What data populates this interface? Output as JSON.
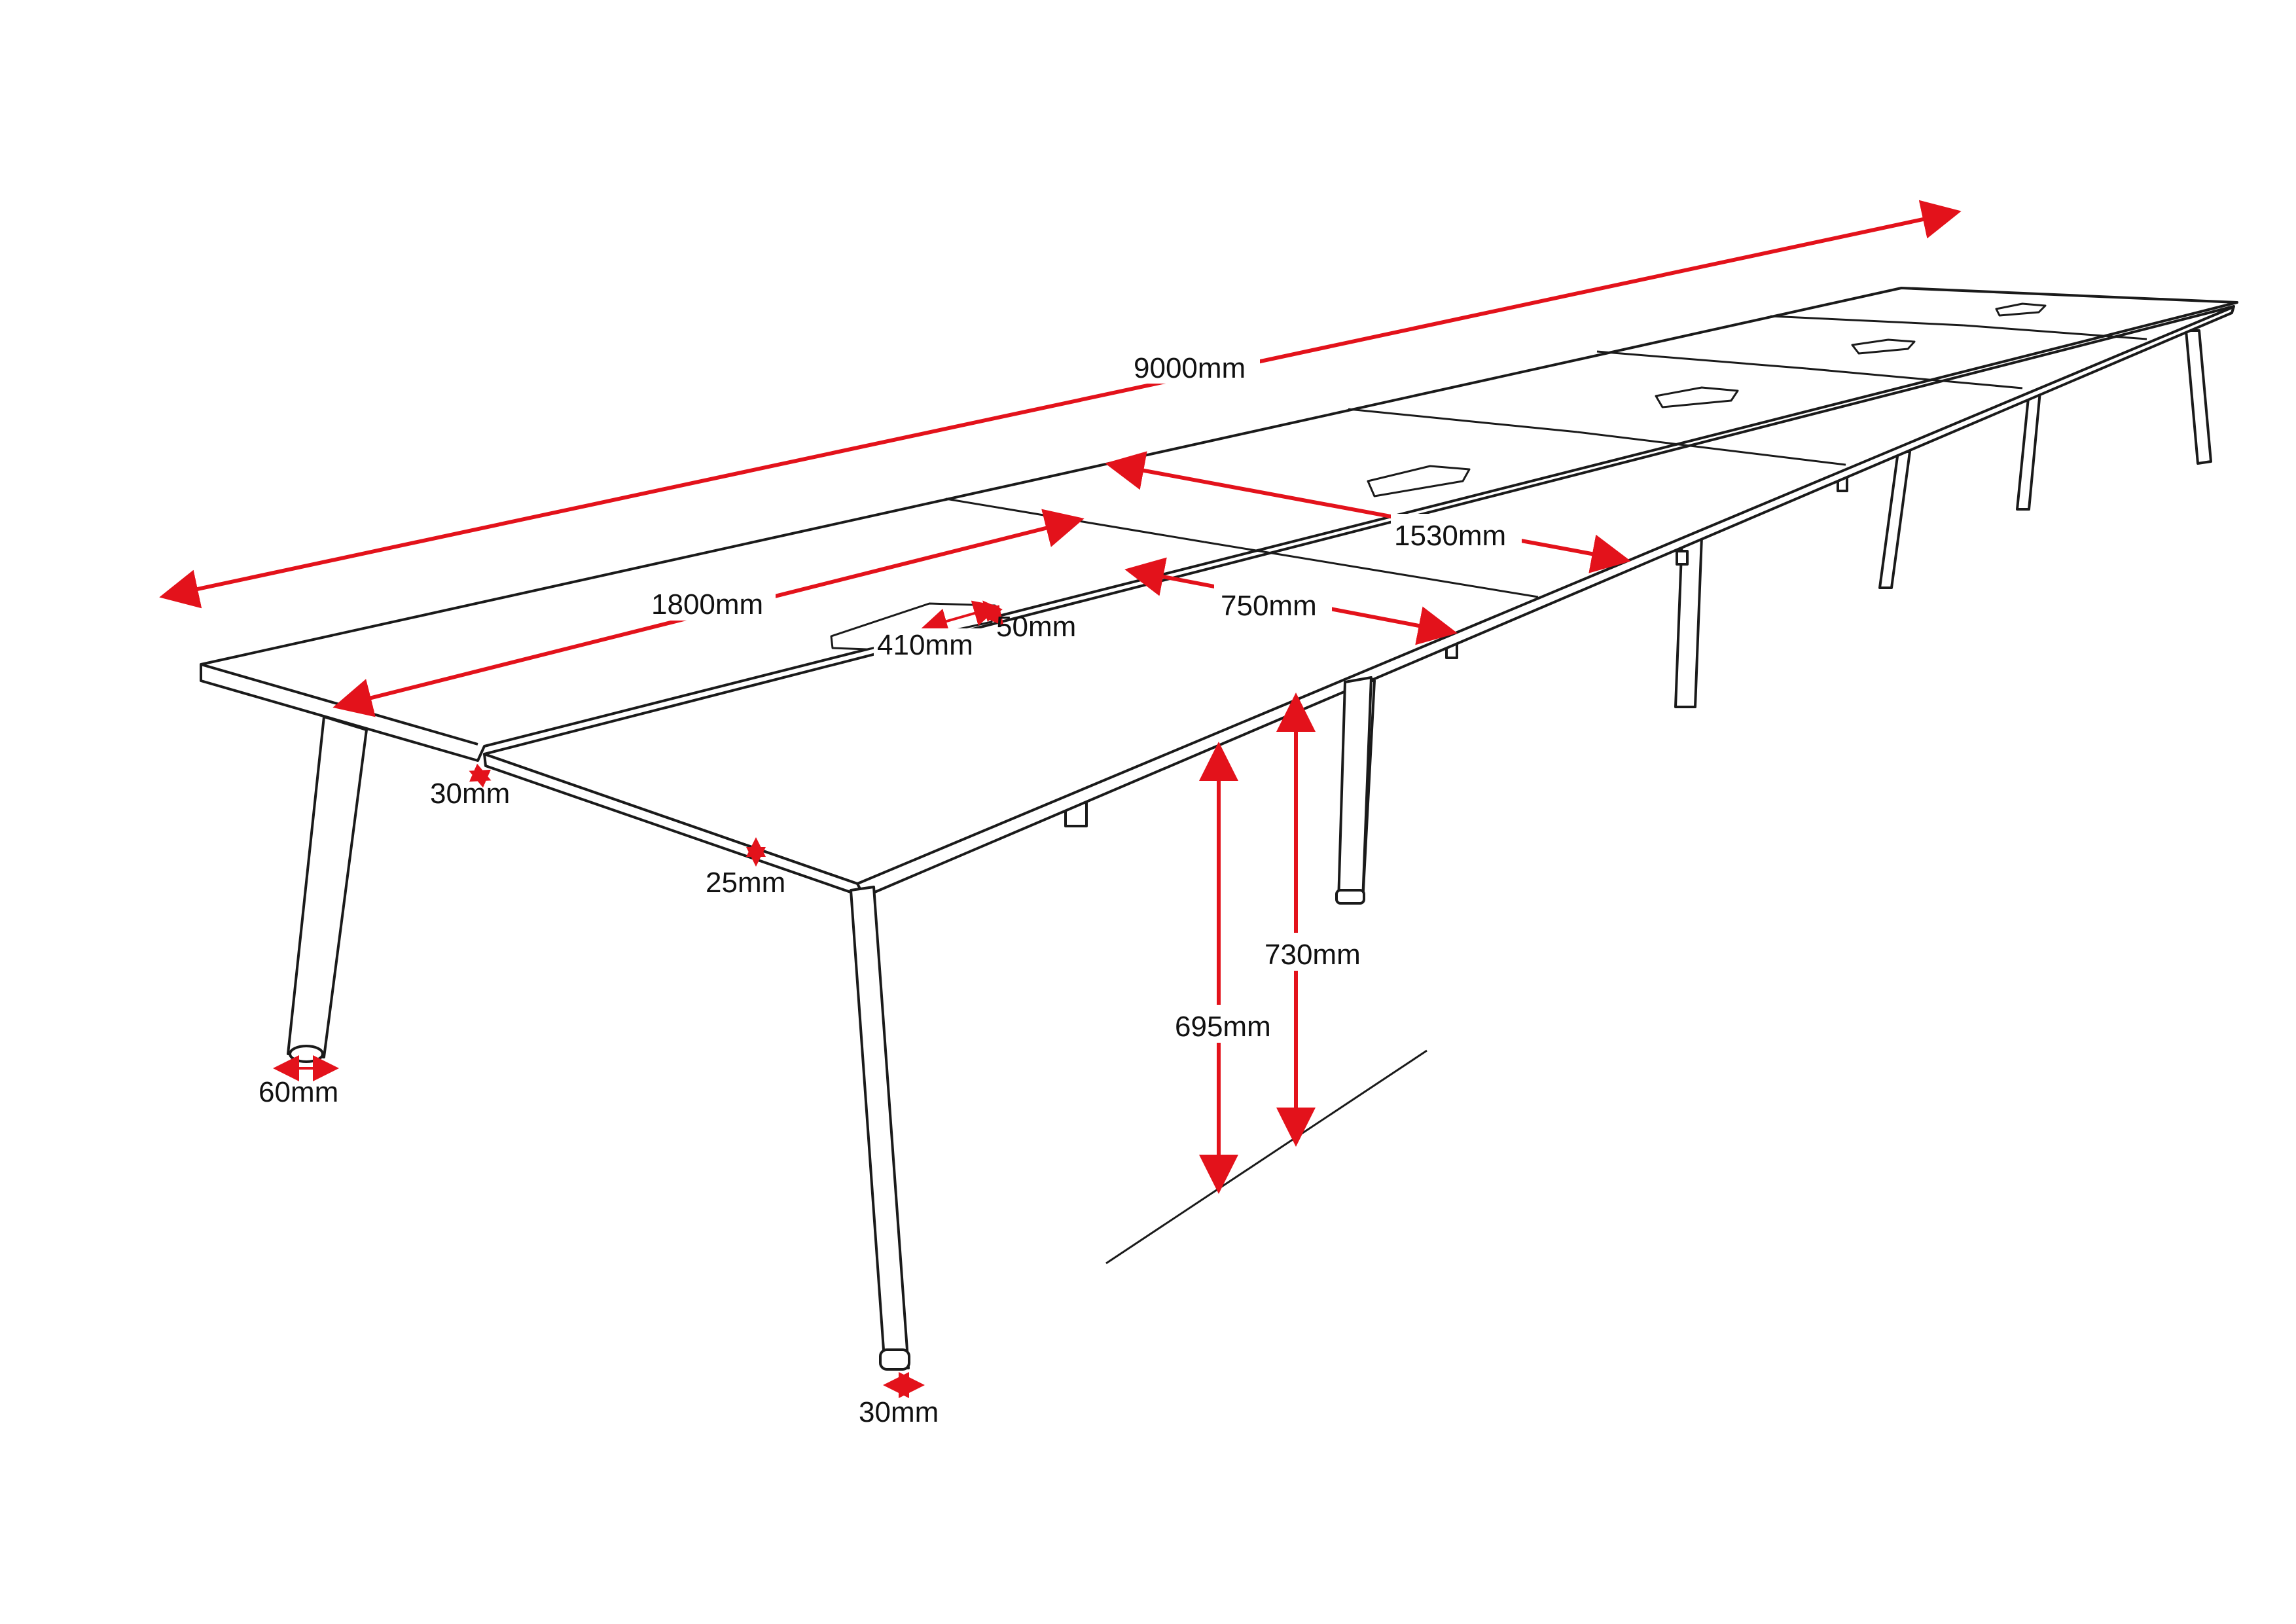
{
  "colors": {
    "dimension": "#e3121b",
    "outline": "#1a1a1a",
    "background": "#ffffff"
  },
  "dimensions": {
    "overall_length": "9000mm",
    "desk_width": "1800mm",
    "panel_length": "1530mm",
    "panel_depth": "750mm",
    "cable_port_length": "410mm",
    "cable_port_depth": "50mm",
    "gap_between_tops": "30mm",
    "top_thickness": "25mm",
    "leg_width": "60mm",
    "leg_depth": "30mm",
    "overall_height": "730mm",
    "underside_height": "695mm"
  }
}
